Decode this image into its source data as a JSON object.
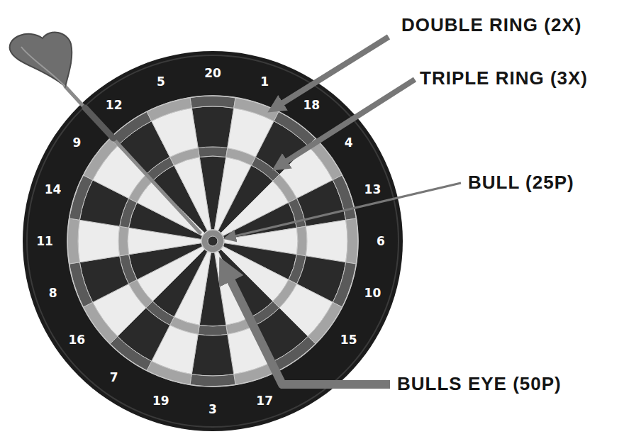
{
  "diagram": {
    "labels": [
      "DOUBLE RING (2X)",
      "TRIPLE RING (3X)",
      "BULL (25P)",
      "BULLS EYE (50P)",
      "20",
      "1",
      "18",
      "4",
      "13",
      "6",
      "10",
      "15",
      "17",
      "3",
      "19",
      "7",
      "16",
      "8",
      "11",
      "14",
      "9",
      "12",
      "5"
    ]
  }
}
